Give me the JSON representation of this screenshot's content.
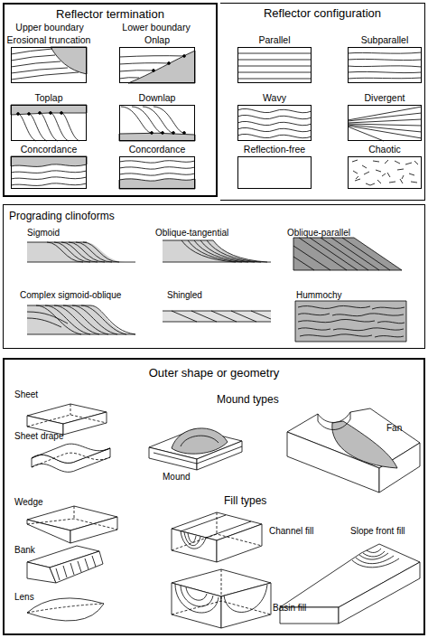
{
  "diagram": {
    "nodes": [
      {
        "text": [
          "Reflector termination"
        ]
      },
      {
        "text": [
          "Erosional truncation"
        ],
        "in": 0
      },
      {
        "text": [
          "Onlap"
        ],
        "in": 0
      },
      {
        "text": [
          "Toplap"
        ],
        "in": 0
      },
      {
        "text": [
          "Downlap"
        ],
        "in": 0
      },
      {
        "text": [
          "Concordance"
        ],
        "in": 0
      },
      {
        "text": [
          "Concordance"
        ],
        "in": 0
      },
      {
        "text": [
          "Reflector configuration"
        ]
      },
      {
        "text": [
          "Parallel"
        ],
        "in": 7
      },
      {
        "text": [
          "Subparallel"
        ],
        "in": 7
      },
      {
        "text": [
          "Wavy"
        ],
        "in": 7
      },
      {
        "text": [
          "Divergent"
        ],
        "in": 7
      },
      {
        "text": [
          "Reflection-free"
        ],
        "in": 7
      },
      {
        "text": [
          "Chaotic"
        ],
        "in": 7
      },
      {
        "text": [
          "Prograding clinoforms"
        ]
      },
      {
        "text": [
          "Outer shape or geometry"
        ]
      }
    ],
    "labels": [
      "Upper boundary",
      "Lower boundary",
      "Sigmoid",
      "Oblique-tangential",
      "Oblique-parallel",
      "Complex sigmoid-oblique",
      "Shingled",
      "Hummochy",
      "Sheet",
      "Mound types",
      "Fan",
      "Sheet drape",
      "Mound",
      "Wedge",
      "Fill types",
      "Channel fill",
      "Bank",
      "Slope front fill",
      "Basin fill",
      "Lens"
    ]
  }
}
